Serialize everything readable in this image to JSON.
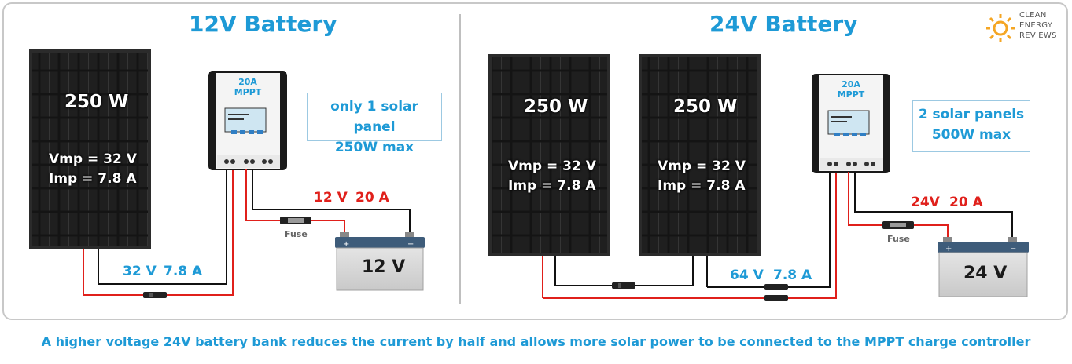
{
  "left": {
    "title": "12V Battery",
    "panel": {
      "watt": "250 W",
      "vmp": "Vmp = 32 V",
      "imp": "Imp  = 7.8 A"
    },
    "controller": {
      "amps": "20A",
      "type": "MPPT"
    },
    "info": {
      "line1": "only 1 solar panel",
      "line2": "250W max"
    },
    "output_voltage": "12 V",
    "output_current": "20 A",
    "fuse": "Fuse",
    "battery": "12 V",
    "input_voltage": "32 V",
    "input_current": "7.8 A"
  },
  "right": {
    "title": "24V Battery",
    "panels": [
      {
        "watt": "250 W",
        "vmp": "Vmp = 32 V",
        "imp": "Imp  = 7.8 A"
      },
      {
        "watt": "250 W",
        "vmp": "Vmp = 32 V",
        "imp": "Imp  = 7.8 A"
      }
    ],
    "controller": {
      "amps": "20A",
      "type": "MPPT"
    },
    "info": {
      "line1": "2 solar panels",
      "line2": "500W max"
    },
    "output_voltage": "24V",
    "output_current": "20 A",
    "fuse": "Fuse",
    "battery": "24 V",
    "input_voltage": "64 V",
    "input_current": "7.8 A"
  },
  "logo": {
    "line1": "CLEAN",
    "line2": "ENERGY",
    "line3": "REVIEWS",
    "sun_color": "#f5a623"
  },
  "caption": "A higher voltage 24V battery bank reduces the current by half and allows more solar power to be connected to the MPPT charge controller",
  "colors": {
    "accent_blue": "#1e9ad6",
    "wire_red": "#e0201b",
    "wire_black": "#111111",
    "panel_frame": "#2b2b2b"
  }
}
